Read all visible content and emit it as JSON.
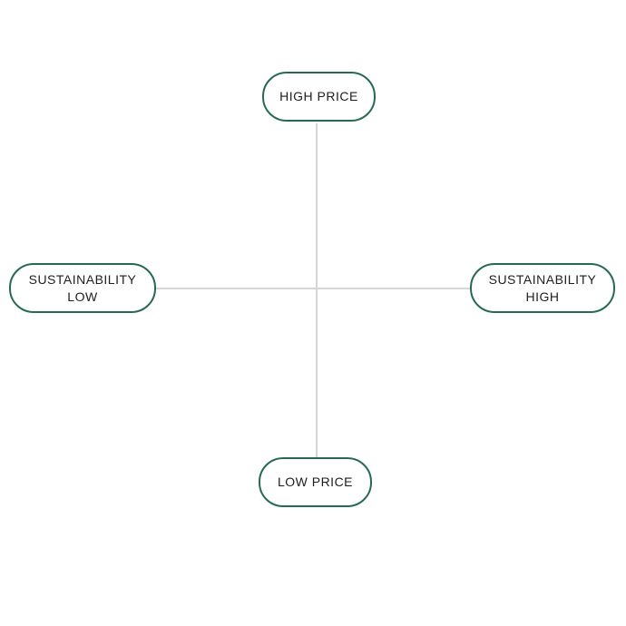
{
  "diagram": {
    "type": "quadrant-axis",
    "colors": {
      "node_border": "#266a52",
      "node_background": "#ffffff",
      "axis_line": "#d6d6d6",
      "text": "#1e1e1e",
      "background": "#ffffff"
    },
    "nodes": {
      "top": {
        "label": "HIGH PRICE"
      },
      "bottom": {
        "label": "LOW PRICE"
      },
      "left": {
        "line1": "SUSTAINABILITY",
        "line2": "LOW"
      },
      "right": {
        "line1": "SUSTAINABILITY",
        "line2": "HIGH"
      }
    }
  }
}
